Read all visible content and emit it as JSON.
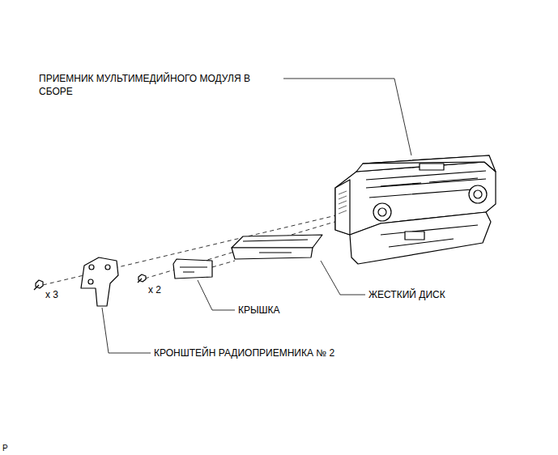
{
  "diagram": {
    "labels": [
      "ПРИЕМНИК МУЛЬТИМЕДИЙНОГО МОДУЛЯ В СБОРЕ",
      "ЖЕСТКИЙ ДИСК",
      "КРЫШКА",
      "КРОНШТЕЙН РАДИОПРИЕМНИКА № 2",
      "x 3",
      "x 2",
      "P"
    ]
  }
}
